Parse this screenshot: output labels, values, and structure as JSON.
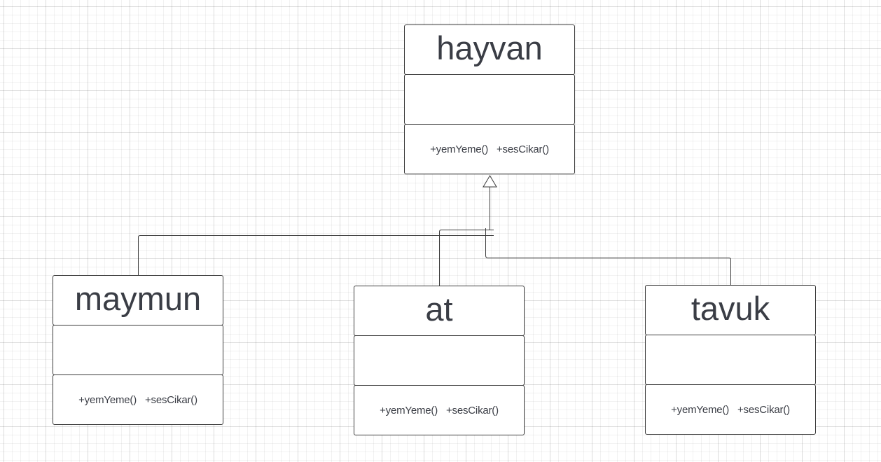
{
  "diagram": {
    "classes": [
      {
        "id": "hayvan",
        "name": "hayvan",
        "attributes": [],
        "methods": [
          "+yemYeme()",
          "+sesCikar()"
        ]
      },
      {
        "id": "maymun",
        "name": "maymun",
        "attributes": [],
        "methods": [
          "+yemYeme()",
          "+sesCikar()"
        ]
      },
      {
        "id": "at",
        "name": "at",
        "attributes": [],
        "methods": [
          "+yemYeme()",
          "+sesCikar()"
        ]
      },
      {
        "id": "tavuk",
        "name": "tavuk",
        "attributes": [],
        "methods": [
          "+yemYeme()",
          "+sesCikar()"
        ]
      }
    ],
    "relations": [
      {
        "type": "generalization",
        "from": "maymun",
        "to": "hayvan"
      },
      {
        "type": "generalization",
        "from": "at",
        "to": "hayvan"
      },
      {
        "type": "generalization",
        "from": "tavuk",
        "to": "hayvan"
      }
    ],
    "colors": {
      "line": "#3a3a3a",
      "text": "#3a3d45",
      "background": "#ffffff"
    }
  }
}
